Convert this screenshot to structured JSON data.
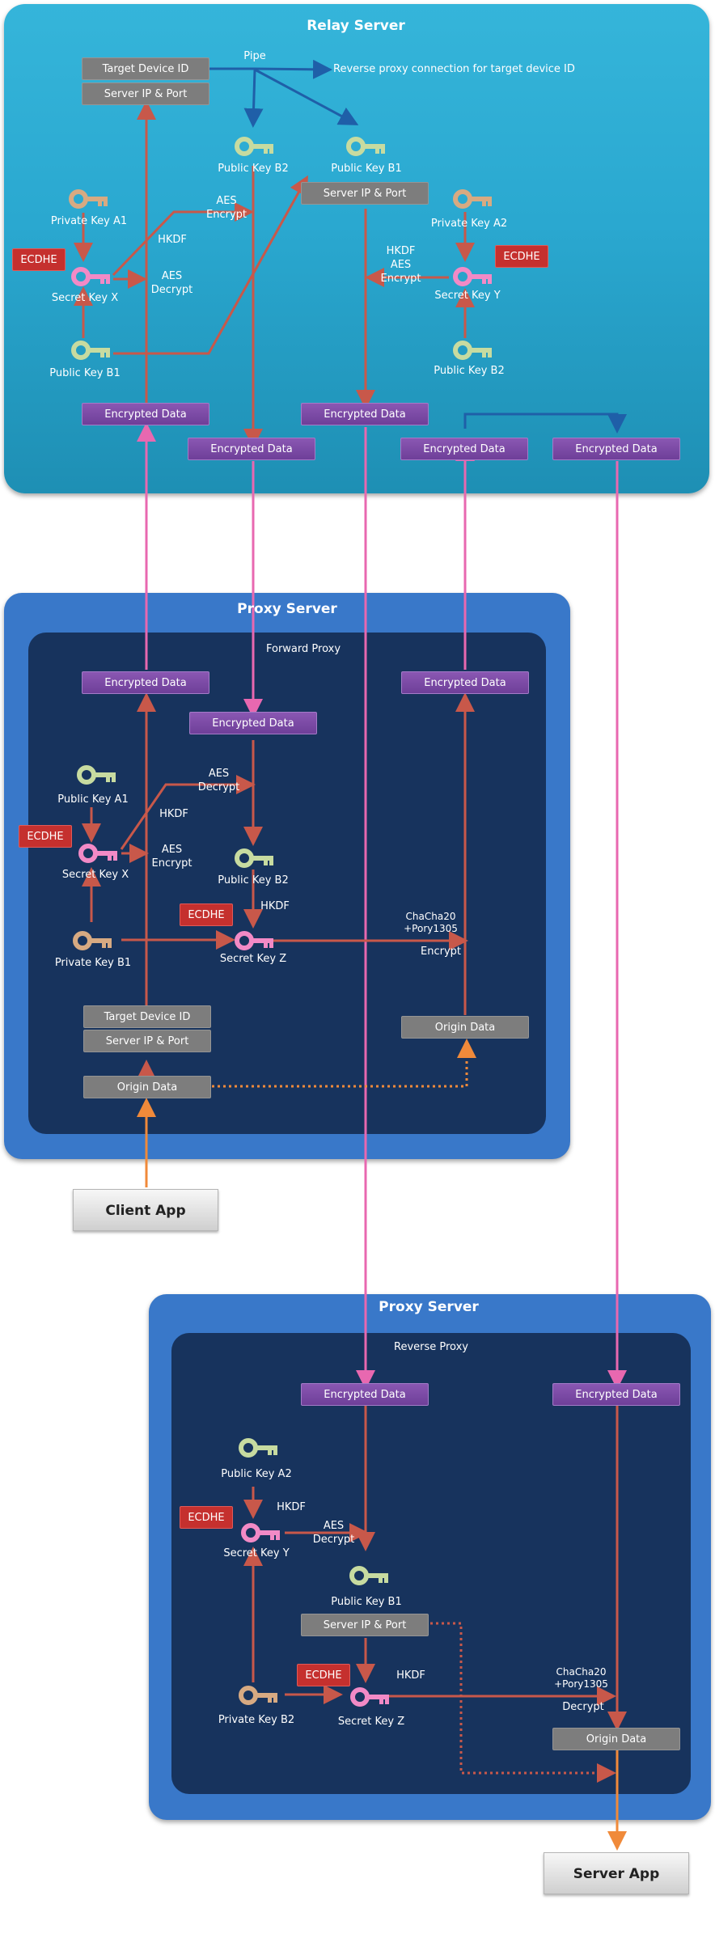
{
  "relay": {
    "title": "Relay Server",
    "pipe_label": "Pipe",
    "reverse_proxy_note": "Reverse proxy connection for target device ID",
    "target_device_id": "Target Device ID",
    "server_ip_port": "Server IP & Port",
    "public_key_b2": "Public Key B2",
    "public_key_b1": "Public Key B1",
    "server_ip_port_2": "Server IP & Port",
    "private_key_a1": "Private Key A1",
    "private_key_a2": "Private Key A2",
    "aes_encrypt_top": "AES\nEncrypt",
    "hkdf_left": "HKDF",
    "ecdhe_left": "ECDHE",
    "secret_key_x": "Secret Key X",
    "aes_decrypt_left": "AES\nDecrypt",
    "hkdf_aes_encrypt_right": "HKDF\nAES\nEncrypt",
    "ecdhe_right": "ECDHE",
    "secret_key_y": "Secret Key Y",
    "public_key_b1_left": "Public Key B1",
    "public_key_b2_right": "Public Key B2",
    "encrypted_data": "Encrypted Data"
  },
  "proxy1": {
    "title": "Proxy Server",
    "subtitle": "Forward Proxy",
    "encrypted_data": "Encrypted Data",
    "public_key_a1": "Public Key A1",
    "aes_decrypt": "AES\nDecrypt",
    "hkdf": "HKDF",
    "ecdhe_left": "ECDHE",
    "secret_key_x": "Secret Key X",
    "aes_encrypt": "AES\nEncrypt",
    "public_key_b2": "Public Key B2",
    "hkdf_right": "HKDF",
    "ecdhe_mid": "ECDHE",
    "private_key_b1": "Private Key B1",
    "secret_key_z": "Secret Key Z",
    "chacha": "ChaCha20\n+Pory1305",
    "encrypt": "Encrypt",
    "target_device_id": "Target Device ID",
    "server_ip_port": "Server IP & Port",
    "origin_data": "Origin Data",
    "origin_data_right": "Origin Data"
  },
  "client_app": "Client App",
  "proxy2": {
    "title": "Proxy Server",
    "subtitle": "Reverse Proxy",
    "encrypted_data": "Encrypted Data",
    "public_key_a2": "Public Key A2",
    "hkdf": "HKDF",
    "ecdhe_left": "ECDHE",
    "secret_key_y": "Secret Key Y",
    "aes_decrypt": "AES\nDecrypt",
    "public_key_b1": "Public Key B1",
    "server_ip_port": "Server IP & Port",
    "ecdhe_mid": "ECDHE",
    "hkdf_right": "HKDF",
    "private_key_b2": "Private Key  B2",
    "secret_key_z": "Secret Key Z",
    "chacha": "ChaCha20\n+Pory1305",
    "decrypt": "Decrypt",
    "origin_data": "Origin Data"
  },
  "server_app": "Server App",
  "colors": {
    "relay_bg": "#35b5da",
    "proxy_outer": "#3978c9",
    "proxy_inner": "#17335d",
    "pink_line": "#e868b0",
    "red_line": "#c8584a",
    "blue_line": "#1f5fa8",
    "orange_line": "#f08a3a",
    "key_pink": "#f28ac6",
    "key_tan": "#d7aa82",
    "key_green": "#c7dba0"
  }
}
